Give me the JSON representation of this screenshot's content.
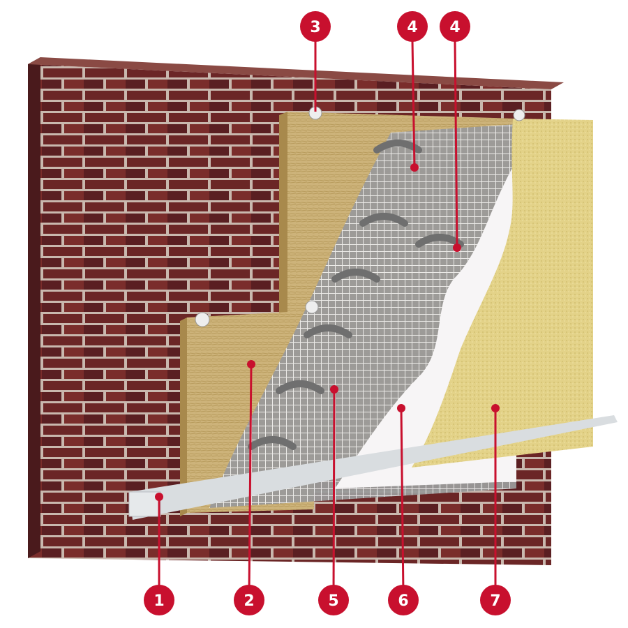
{
  "colors": {
    "brick": "#6b2626",
    "brick_dark": "#4a1a1c",
    "mortar": "#c9b8ae",
    "insulation": "#cdb37a",
    "insulation_edge": "#a8894c",
    "adhesive": "#8e8e8e",
    "mesh": "#e8e8e8",
    "primer": "#f7f5f6",
    "plaster": "#e3d288",
    "marker_red": "#c8102e",
    "profile": "#d9dde0"
  },
  "icons": {
    "marker": "numbered-red-circle-icon",
    "dowel": "dowel-anchor-icon"
  },
  "markers": [
    {
      "id": "1",
      "label": "1"
    },
    {
      "id": "2",
      "label": "2"
    },
    {
      "id": "3",
      "label": "3"
    },
    {
      "id": "4a",
      "label": "4"
    },
    {
      "id": "4b",
      "label": "4"
    },
    {
      "id": "5",
      "label": "5"
    },
    {
      "id": "6",
      "label": "6"
    },
    {
      "id": "7",
      "label": "7"
    }
  ]
}
